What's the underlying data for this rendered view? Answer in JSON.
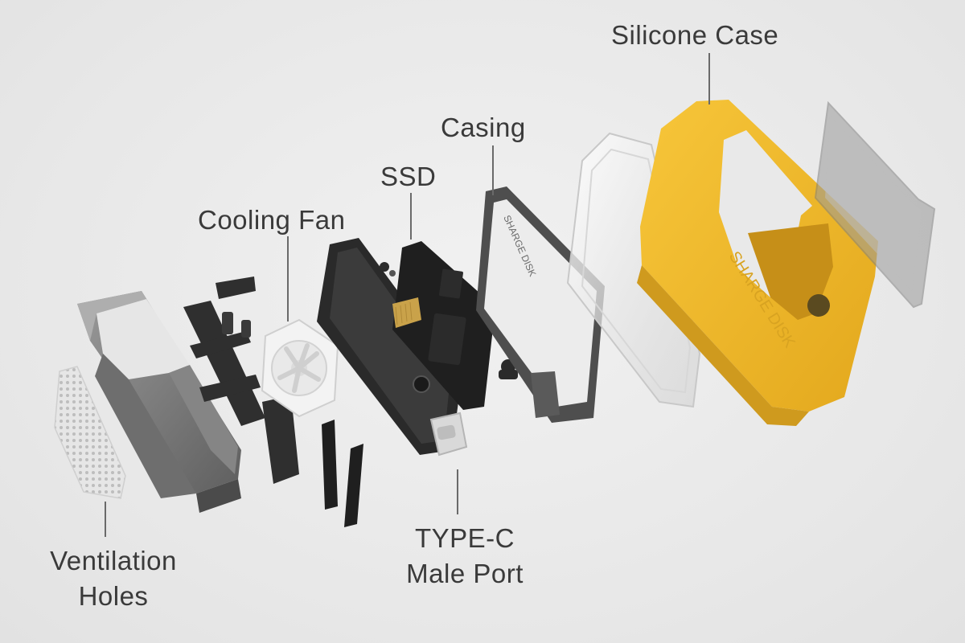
{
  "labels": {
    "silicone_case": "Silicone Case",
    "casing": "Casing",
    "ssd": "SSD",
    "cooling_fan": "Cooling Fan",
    "ventilation_line1": "Ventilation",
    "ventilation_line2": "Holes",
    "typec_line1": "TYPE-C",
    "typec_line2": "Male Port"
  },
  "brand_print": "SHARGE DISK",
  "colors": {
    "background": "#e9e9e9",
    "label_text": "#3a3a3a",
    "leader_line": "#6a6a6a",
    "silicone_yellow": "#f2b92a",
    "metal_gray": "#7b7b7b",
    "dark_part": "#2b2b2b",
    "fan_white": "#f2f2f2",
    "ssd_board": "#1f1f1f",
    "gold_contact": "#c9a24a"
  }
}
